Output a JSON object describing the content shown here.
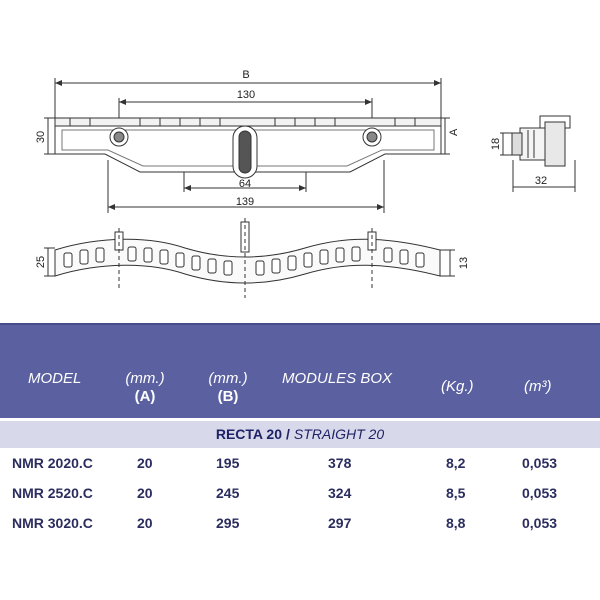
{
  "drawing": {
    "dims": {
      "B": "B",
      "d130": "130",
      "A": "A",
      "d30": "30",
      "d64": "64",
      "d139": "139",
      "d18": "18",
      "d32": "32",
      "d25": "25",
      "d13": "13"
    }
  },
  "table": {
    "headers": {
      "model": "MODEL",
      "a_unit": "(mm.)",
      "a_label": "(A)",
      "b_unit": "(mm.)",
      "b_label": "(B)",
      "modules_box": "MODULES BOX",
      "kg": "(Kg.)",
      "m3": "(m³)"
    },
    "section": {
      "bold": "RECTA 20",
      "separator": "/",
      "italic": "STRAIGHT 20"
    },
    "rows": [
      {
        "model": "NMR 2020.C",
        "a": "20",
        "b": "195",
        "modules_box": "378",
        "kg": "8,2",
        "m3": "0,053"
      },
      {
        "model": "NMR 2520.C",
        "a": "20",
        "b": "245",
        "modules_box": "324",
        "kg": "8,5",
        "m3": "0,053"
      },
      {
        "model": "NMR 3020.C",
        "a": "20",
        "b": "295",
        "modules_box": "297",
        "kg": "8,8",
        "m3": "0,053"
      }
    ],
    "colors": {
      "header_bg": "#5a60a0",
      "section_bg": "#d7d8ea",
      "text": "#2b2d5e"
    }
  }
}
